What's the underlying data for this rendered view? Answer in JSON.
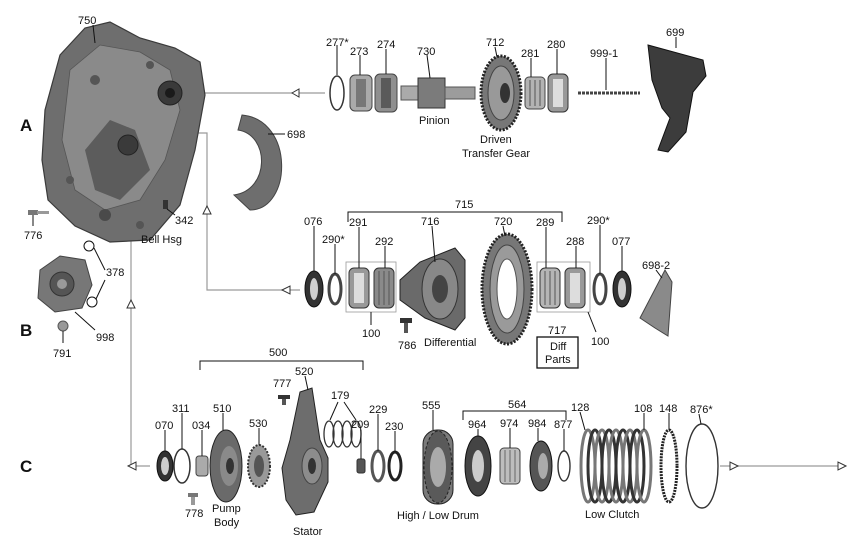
{
  "sections": {
    "a": "A",
    "b": "B",
    "c": "C"
  },
  "parts": {
    "p750": "750",
    "p776": "776",
    "p342": "342",
    "p378": "378",
    "p998": "998",
    "p791": "791",
    "p698": "698",
    "p277": "277*",
    "p273": "273",
    "p274": "274",
    "p730": "730",
    "p712": "712",
    "p281": "281",
    "p280": "280",
    "p9991": "999-1",
    "p699": "699",
    "p715": "715",
    "p076": "076",
    "p290a": "290*",
    "p291": "291",
    "p292": "292",
    "p716": "716",
    "p720": "720",
    "p289": "289",
    "p288": "288",
    "p290b": "290*",
    "p077": "077",
    "p6982": "698-2",
    "p100a": "100",
    "p100b": "100",
    "p786": "786",
    "p717": "717",
    "p500": "500",
    "p520": "520",
    "p777": "777",
    "p179": "179",
    "p070": "070",
    "p311": "311",
    "p034": "034",
    "p510": "510",
    "p530": "530",
    "p209": "209",
    "p229": "229",
    "p230": "230",
    "p555": "555",
    "p564": "564",
    "p964": "964",
    "p974": "974",
    "p984": "984",
    "p877": "877",
    "p128": "128",
    "p108": "108",
    "p148": "148",
    "p876": "876*",
    "p778": "778"
  },
  "captions": {
    "bell": "Bell Hsg",
    "pinion": "Pinion",
    "driven1": "Driven",
    "driven2": "Transfer Gear",
    "differential": "Differential",
    "diff1": "Diff",
    "diff2": "Parts",
    "pump1": "Pump",
    "pump2": "Body",
    "stator": "Stator",
    "drum": "High / Low Drum",
    "lowclutch": "Low Clutch"
  }
}
